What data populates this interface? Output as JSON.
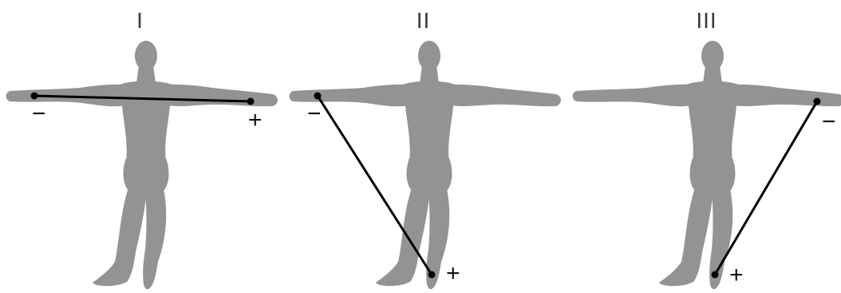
{
  "figure": {
    "body_color": "#939393",
    "lead_color": "#000000",
    "leads": [
      {
        "id": "I",
        "title": "I",
        "negative_label": "−",
        "positive_label": "+",
        "negative_electrode": "right-arm",
        "positive_electrode": "left-arm"
      },
      {
        "id": "II",
        "title": "II",
        "negative_label": "−",
        "positive_label": "+",
        "negative_electrode": "right-arm",
        "positive_electrode": "left-leg"
      },
      {
        "id": "III",
        "title": "III",
        "negative_label": "−",
        "positive_label": "+",
        "negative_electrode": "left-arm",
        "positive_electrode": "left-leg"
      }
    ]
  }
}
